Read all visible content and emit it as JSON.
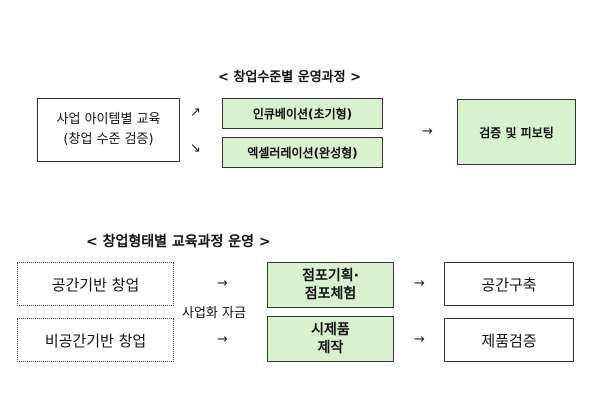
{
  "top": {
    "title": "< 창업수준별 운영과정 >",
    "left_line1": "사업 아이템별 교육",
    "left_line2": "(창업 수준 검증)",
    "arrow_up": "↗",
    "arrow_down": "↘",
    "incubation": "인큐베이션(초기형)",
    "acceleration": "엑셀러레이션(완성형)",
    "arrow_right": "→",
    "result": "검증 및 피보팅"
  },
  "bottom": {
    "title": "< 창업형태별 교육과정 운영 >",
    "row1_left": "공간기반 창업",
    "row2_left": "비공간기반 창업",
    "arrow_right": "→",
    "fund_label": "사업화 자금",
    "row1_mid_line1": "점포기획·",
    "row1_mid_line2": "점포체험",
    "row2_mid_line1": "시제품",
    "row2_mid_line2": "제작",
    "row1_right": "공간구축",
    "row2_right": "제품검증"
  }
}
